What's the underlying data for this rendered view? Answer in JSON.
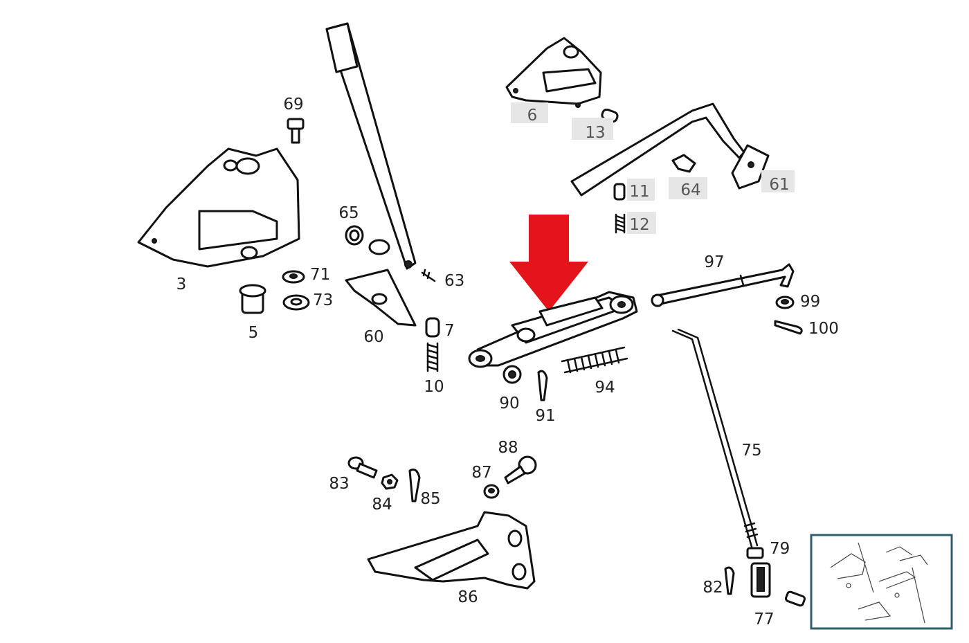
{
  "labels": {
    "p3": "3",
    "p5": "5",
    "p69": "69",
    "p71": "71",
    "p73": "73",
    "p65": "65",
    "p63": "63",
    "p60": "60",
    "p7": "7",
    "p10": "10",
    "p6": "6",
    "p13": "13",
    "p11": "11",
    "p12": "12",
    "p64": "64",
    "p61": "61",
    "p97": "97",
    "p99": "99",
    "p100": "100",
    "p90": "90",
    "p91": "91",
    "p94": "94",
    "p75": "75",
    "p79": "79",
    "p82": "82",
    "p77": "77",
    "p83": "83",
    "p84": "84",
    "p85": "85",
    "p87": "87",
    "p88": "88",
    "p86": "86"
  },
  "highlight_color": "#e3151b"
}
